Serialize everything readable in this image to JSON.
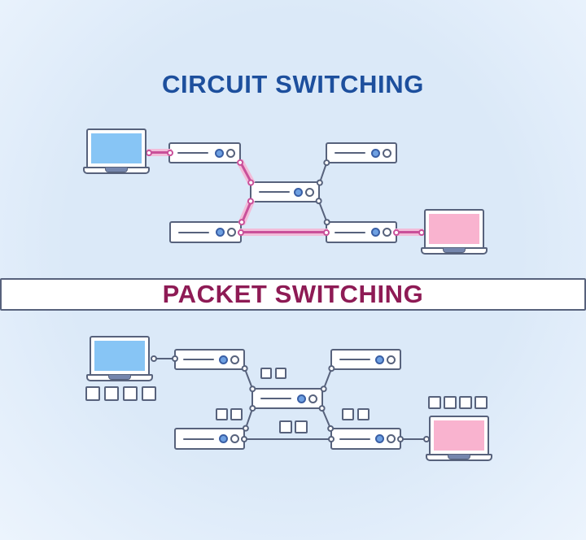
{
  "diagrams": {
    "circuit": {
      "title": "CIRCUIT SWITCHING",
      "title_color": "#1d4f9d",
      "nodes": [
        "source-laptop",
        "router-top-left",
        "router-top-right",
        "core-router",
        "router-bottom-left",
        "router-bottom-right",
        "destination-laptop"
      ],
      "links": [
        {
          "from": "source-laptop",
          "to": "router-top-left",
          "state": "active"
        },
        {
          "from": "router-top-left",
          "to": "core-router",
          "state": "active"
        },
        {
          "from": "router-top-right",
          "to": "core-router",
          "state": "idle"
        },
        {
          "from": "core-router",
          "to": "router-bottom-left",
          "state": "active"
        },
        {
          "from": "core-router",
          "to": "router-bottom-right",
          "state": "idle"
        },
        {
          "from": "router-bottom-left",
          "to": "router-bottom-right",
          "state": "active"
        },
        {
          "from": "router-bottom-right",
          "to": "destination-laptop",
          "state": "active"
        }
      ],
      "active_path": [
        "source-laptop",
        "router-top-left",
        "core-router",
        "router-bottom-left",
        "router-bottom-right",
        "destination-laptop"
      ]
    },
    "packet": {
      "title": "PACKET SWITCHING",
      "title_color": "#8e1b55",
      "nodes": [
        "source-laptop",
        "router-top-left",
        "router-top-right",
        "core-router",
        "router-bottom-left",
        "router-bottom-right",
        "destination-laptop"
      ],
      "links": [
        {
          "from": "source-laptop",
          "to": "router-top-left",
          "state": "idle"
        },
        {
          "from": "router-top-left",
          "to": "core-router",
          "state": "idle"
        },
        {
          "from": "router-top-right",
          "to": "core-router",
          "state": "idle"
        },
        {
          "from": "core-router",
          "to": "router-bottom-left",
          "state": "idle"
        },
        {
          "from": "core-router",
          "to": "router-bottom-right",
          "state": "idle"
        },
        {
          "from": "router-bottom-left",
          "to": "router-bottom-right",
          "state": "idle"
        },
        {
          "from": "router-bottom-right",
          "to": "destination-laptop",
          "state": "idle"
        }
      ],
      "packet_groups": [
        {
          "location": "below-source-laptop",
          "count": 4
        },
        {
          "location": "above-core-router",
          "count": 2
        },
        {
          "location": "left-of-core-router",
          "count": 2
        },
        {
          "location": "below-core-router",
          "count": 2
        },
        {
          "location": "right-of-core-router",
          "count": 2
        },
        {
          "location": "above-destination-laptop",
          "count": 4
        }
      ]
    }
  },
  "colors": {
    "background_center": "#dbe9f8",
    "background_edge": "#ecf4fd",
    "outline": "#57627c",
    "circuit_title": "#1d4f9d",
    "packet_title": "#8e1b55",
    "blue_screen": "#87c5f5",
    "pink_screen": "#f9b3cf",
    "active_link": "#c9509a",
    "active_link_glow": "#f2bcd9",
    "idle_link": "#57627c",
    "node_dot_fill": "#6ea0e2",
    "node_dot_border": "#3a5fa5",
    "hinge": "#7586ad",
    "device_fill": "#ffffff"
  }
}
